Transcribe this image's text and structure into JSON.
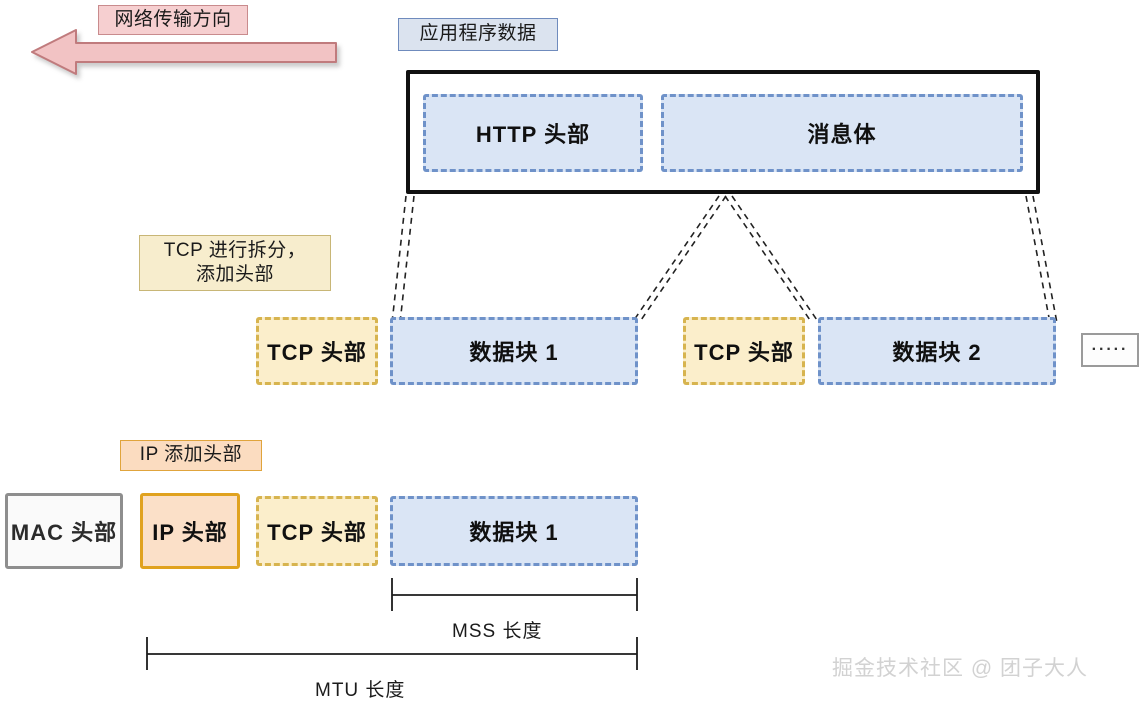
{
  "diagram": {
    "title_flow": "网络传输方向",
    "app_layer": {
      "label": "应用程序数据",
      "http_header": "HTTP 头部",
      "message_body": "消息体"
    },
    "tcp_layer": {
      "note": "TCP 进行拆分，\n添加头部",
      "segments": [
        {
          "header": "TCP 头部",
          "payload": "数据块 1"
        },
        {
          "header": "TCP 头部",
          "payload": "数据块 2"
        }
      ],
      "more": "·····"
    },
    "ip_layer": {
      "note": "IP 添加头部",
      "mac_header": "MAC 头部",
      "ip_header": "IP 头部",
      "tcp_header": "TCP 头部",
      "payload": "数据块 1"
    },
    "measures": [
      {
        "name": "mss",
        "label": "MSS 长度"
      },
      {
        "name": "mtu",
        "label": "MTU 长度"
      }
    ],
    "watermark": "掘金技术社区 @ 团子大人",
    "colors": {
      "flow_arrow_fill": "#f2c3c4",
      "flow_arrow_stroke": "#c07b7d",
      "blue_fill": "#dae5f5",
      "blue_stroke": "#6f92c9",
      "yellow_fill": "#fbeecb",
      "yellow_stroke": "#d7b44f",
      "orange_fill": "#fbe0c8",
      "orange_stroke": "#e0a21f",
      "gray_stroke": "#8e8e8e",
      "black": "#111111"
    }
  }
}
